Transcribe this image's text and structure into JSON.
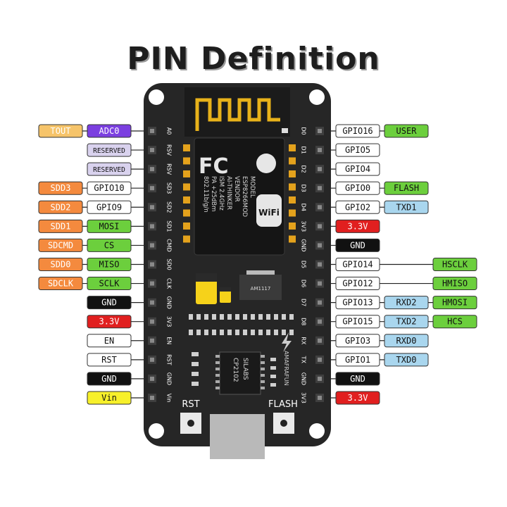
{
  "title": "PIN Definition",
  "colors": {
    "board": "#262626",
    "purple": "#7b3fe0",
    "lavender": "#d9d2ee",
    "orange": "#f48a3e",
    "yellow_orange": "#f6c46a",
    "green": "#6ccf3d",
    "light_blue": "#a9d6ee",
    "red": "#e11f1f",
    "black": "#111111",
    "white": "#ffffff",
    "yellow": "#f7f02a"
  },
  "board": {
    "module_text": [
      "MODEL",
      "ESP8266MOD",
      "VENDOR",
      "AI-THINKER",
      "ISM 2.4GHz",
      "PA +25dBm",
      "802.11b/g/n"
    ],
    "fc_mark": "FC",
    "wifi_logo": "WiFi",
    "regulator": "AM1117",
    "usb_chip": [
      "SILABS",
      "CP2102"
    ],
    "brand": "AMAFRAFUN",
    "rst_label": "RST",
    "flash_label": "FLASH"
  },
  "left_pins": [
    {
      "pin": "A0",
      "labels": [
        {
          "t": "TOUT",
          "c": "yellow_orange"
        },
        {
          "t": "ADC0",
          "c": "purple"
        }
      ]
    },
    {
      "pin": "RSV",
      "labels": [
        {
          "t": "RESERVED",
          "c": "lavender"
        }
      ]
    },
    {
      "pin": "RSV",
      "labels": [
        {
          "t": "RESERVED",
          "c": "lavender"
        }
      ]
    },
    {
      "pin": "SD3",
      "labels": [
        {
          "t": "SDD3",
          "c": "orange"
        },
        {
          "t": "GPIO10",
          "c": "white"
        }
      ]
    },
    {
      "pin": "SD2",
      "labels": [
        {
          "t": "SDD2",
          "c": "orange"
        },
        {
          "t": "GPIO9",
          "c": "white"
        }
      ]
    },
    {
      "pin": "SD1",
      "labels": [
        {
          "t": "SDD1",
          "c": "orange"
        },
        {
          "t": "MOSI",
          "c": "green"
        }
      ]
    },
    {
      "pin": "CMD",
      "labels": [
        {
          "t": "SDCMD",
          "c": "orange"
        },
        {
          "t": "CS",
          "c": "green"
        }
      ]
    },
    {
      "pin": "SD0",
      "labels": [
        {
          "t": "SDD0",
          "c": "orange"
        },
        {
          "t": "MISO",
          "c": "green"
        }
      ]
    },
    {
      "pin": "CLK",
      "labels": [
        {
          "t": "SDCLK",
          "c": "orange"
        },
        {
          "t": "SCLK",
          "c": "green"
        }
      ]
    },
    {
      "pin": "GND",
      "labels": [
        {
          "t": "GND",
          "c": "black"
        }
      ]
    },
    {
      "pin": "3V3",
      "labels": [
        {
          "t": "3.3V",
          "c": "red"
        }
      ]
    },
    {
      "pin": "EN",
      "labels": [
        {
          "t": "EN",
          "c": "white"
        }
      ]
    },
    {
      "pin": "RST",
      "labels": [
        {
          "t": "RST",
          "c": "white"
        }
      ]
    },
    {
      "pin": "GND",
      "labels": [
        {
          "t": "GND",
          "c": "black"
        }
      ]
    },
    {
      "pin": "Vin",
      "labels": [
        {
          "t": "Vin",
          "c": "yellow"
        }
      ]
    }
  ],
  "right_pins": [
    {
      "pin": "D0",
      "labels": [
        {
          "t": "GPIO16",
          "c": "white"
        },
        {
          "t": "USER",
          "c": "green"
        }
      ]
    },
    {
      "pin": "D1",
      "labels": [
        {
          "t": "GPIO5",
          "c": "white"
        }
      ]
    },
    {
      "pin": "D2",
      "labels": [
        {
          "t": "GPIO4",
          "c": "white"
        }
      ]
    },
    {
      "pin": "D3",
      "labels": [
        {
          "t": "GPIO0",
          "c": "white"
        },
        {
          "t": "FLASH",
          "c": "green"
        }
      ]
    },
    {
      "pin": "D4",
      "labels": [
        {
          "t": "GPIO2",
          "c": "white"
        },
        {
          "t": "TXD1",
          "c": "light_blue"
        }
      ]
    },
    {
      "pin": "3V3",
      "labels": [
        {
          "t": "3.3V",
          "c": "red"
        }
      ]
    },
    {
      "pin": "GND",
      "labels": [
        {
          "t": "GND",
          "c": "black"
        }
      ]
    },
    {
      "pin": "D5",
      "labels": [
        {
          "t": "GPIO14",
          "c": "white"
        },
        {
          "t": "HSCLK",
          "c": "green",
          "far": true
        }
      ]
    },
    {
      "pin": "D6",
      "labels": [
        {
          "t": "GPIO12",
          "c": "white"
        },
        {
          "t": "HMISO",
          "c": "green",
          "far": true
        }
      ]
    },
    {
      "pin": "D7",
      "labels": [
        {
          "t": "GPIO13",
          "c": "white"
        },
        {
          "t": "RXD2",
          "c": "light_blue"
        },
        {
          "t": "HMOSI",
          "c": "green"
        }
      ]
    },
    {
      "pin": "D8",
      "labels": [
        {
          "t": "GPIO15",
          "c": "white"
        },
        {
          "t": "TXD2",
          "c": "light_blue"
        },
        {
          "t": "HCS",
          "c": "green"
        }
      ]
    },
    {
      "pin": "RX",
      "labels": [
        {
          "t": "GPIO3",
          "c": "white"
        },
        {
          "t": "RXD0",
          "c": "light_blue"
        }
      ]
    },
    {
      "pin": "TX",
      "labels": [
        {
          "t": "GPIO1",
          "c": "white"
        },
        {
          "t": "TXD0",
          "c": "light_blue"
        }
      ]
    },
    {
      "pin": "GND",
      "labels": [
        {
          "t": "GND",
          "c": "black"
        }
      ]
    },
    {
      "pin": "3V3",
      "labels": [
        {
          "t": "3.3V",
          "c": "red"
        }
      ]
    }
  ]
}
